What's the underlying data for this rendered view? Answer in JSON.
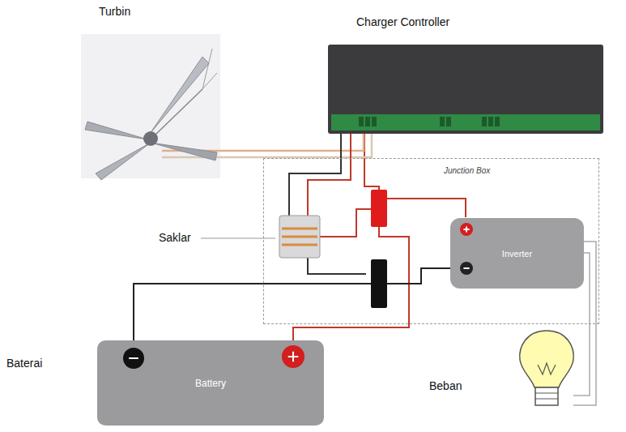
{
  "diagram": {
    "nodes": [
      {
        "text": [
          "Charger Controller"
        ]
      },
      {
        "text": [
          "Junction Box"
        ]
      },
      {
        "text": [
          "Inverter"
        ],
        "in": 1
      },
      {
        "text": [
          "Battery"
        ]
      }
    ],
    "edges": [
      {
        "from": 0,
        "to": 3,
        "arrow": "none"
      },
      {
        "from": 3,
        "to": 2,
        "arrow": "none"
      }
    ],
    "labels": [
      "Turbin",
      "Saklar",
      "Baterai",
      "Beban"
    ]
  }
}
